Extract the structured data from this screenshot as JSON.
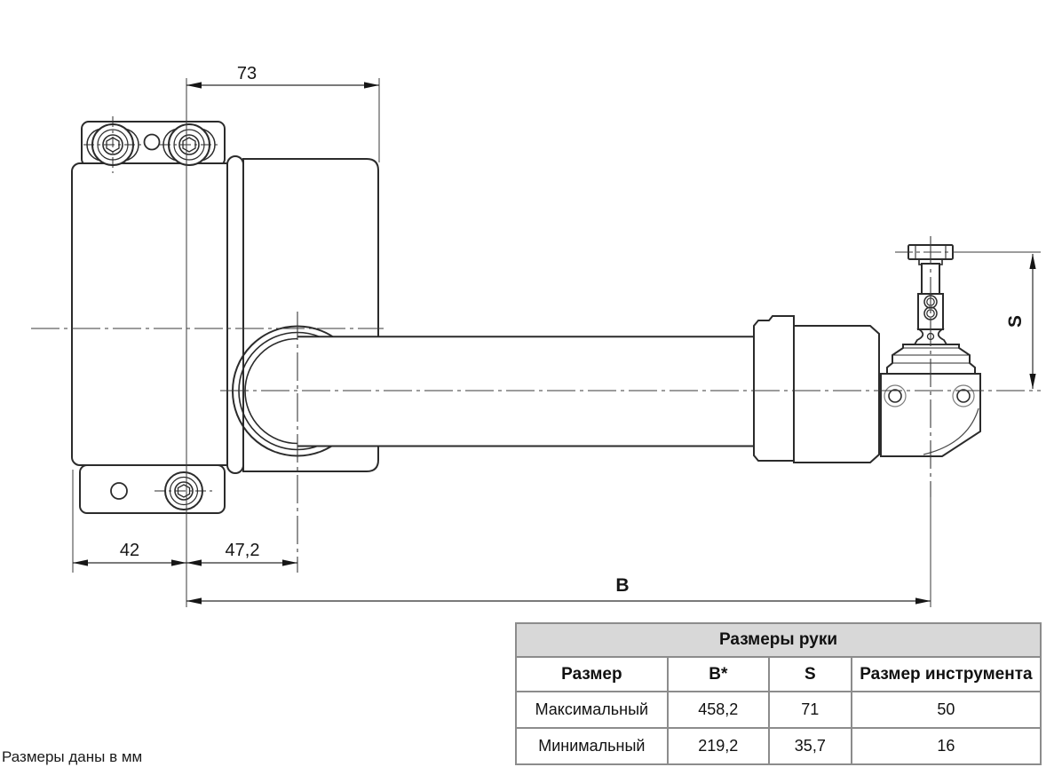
{
  "drawing": {
    "dim_top_width": "73",
    "dim_left_offset": "42",
    "dim_pivot_offset": "47,2",
    "dim_arm_length": "B",
    "dim_tool_height": "S"
  },
  "table": {
    "title": "Размеры руки",
    "col_size": "Размер",
    "col_b": "B*",
    "col_s": "S",
    "col_tool": "Размер инструмента",
    "rows": [
      {
        "size": "Максимальный",
        "b": "458,2",
        "s": "71",
        "tool": "50"
      },
      {
        "size": "Минимальный",
        "b": "219,2",
        "s": "35,7",
        "tool": "16"
      }
    ]
  },
  "footnote": "Размеры даны в мм",
  "colors": {
    "outline": "#2b2b2b",
    "thin_line": "#3a3a3a",
    "table_header_bg": "#d8d8d8",
    "table_outer_border": "#4f4f4f",
    "table_grid": "#8c8c8c"
  }
}
